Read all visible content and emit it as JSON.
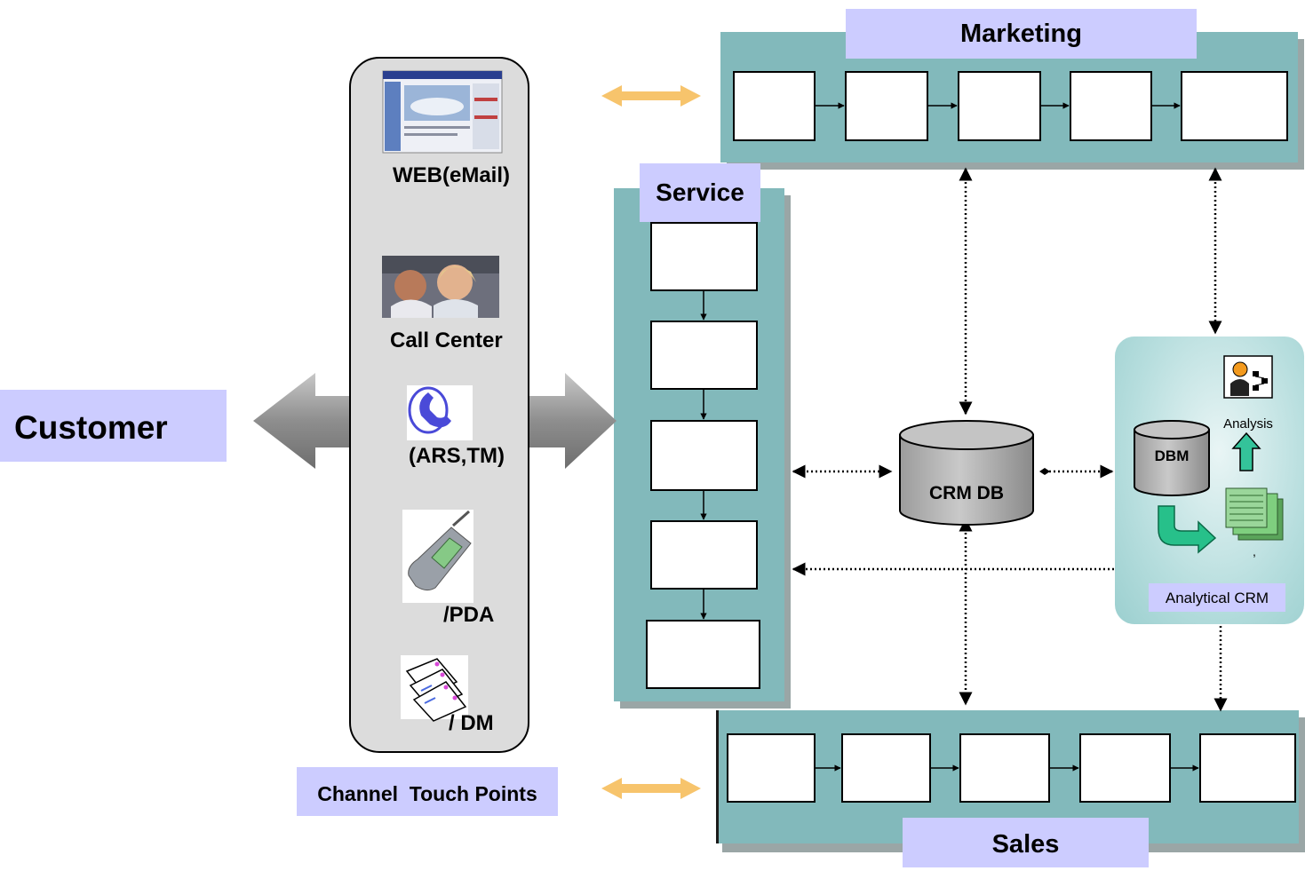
{
  "customer": {
    "label": "Customer"
  },
  "channels": {
    "caption": "Channel  Touch Points",
    "items": [
      {
        "label": "WEB(eMail)",
        "icon": "web-page-icon"
      },
      {
        "label": "Call Center",
        "icon": "call-center-photo-icon"
      },
      {
        "label": "(ARS,TM)",
        "icon": "telephone-icon"
      },
      {
        "label": "/PDA",
        "icon": "mobile-phone-icon"
      },
      {
        "label": "/ DM",
        "icon": "envelopes-icon"
      }
    ]
  },
  "marketing": {
    "title": "Marketing"
  },
  "service": {
    "title": "Service"
  },
  "sales": {
    "title": "Sales"
  },
  "database": {
    "label": "CRM DB"
  },
  "analytical": {
    "title": "Analytical CRM",
    "dbm_label": "DBM",
    "analysis_label": "Analysis",
    "comma": ","
  },
  "colors": {
    "panel": "#82b9bb",
    "panel_shadow": "#9aa6a6",
    "title_background": "#ccccff",
    "channel_panel": "#dcdcdc",
    "sync_arrow": "#f7c46c",
    "big_arrow": "#8a8a8a"
  }
}
